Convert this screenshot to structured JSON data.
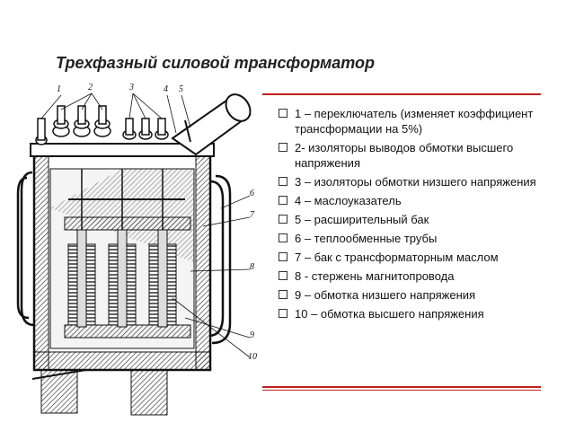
{
  "slide": {
    "title": "Трехфазный силовой трансформатор",
    "legend": [
      "1 – переключатель (изменяет  коэффициент трансформации на 5%)",
      "2- изоляторы выводов обмотки высшего напряжения",
      "3 – изоляторы обмотки низшего напряжения",
      "4 – маслоуказатель",
      "5 – расширительный бак",
      "6 – теплообменные трубы",
      "7 – бак с трансформаторным маслом",
      "8 -  стержень магнитопровода",
      "9 – обмотка низшего напряжения",
      "10 – обмотка высшего напряжения"
    ],
    "callouts": [
      "1",
      "2",
      "3",
      "4",
      "5",
      "6",
      "7",
      "8",
      "9",
      "10"
    ],
    "accent_color": "#c02020"
  }
}
